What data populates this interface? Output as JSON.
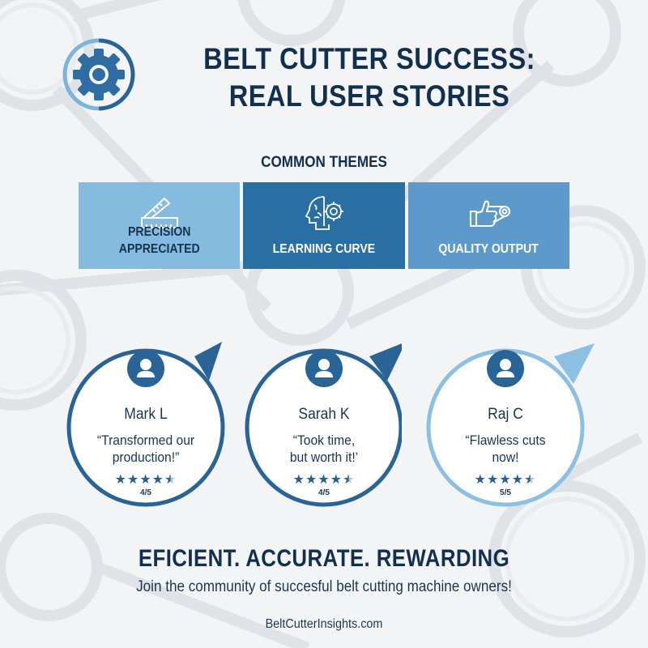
{
  "header": {
    "logo_icon": "gear-icon",
    "title_line1": "BELT CUTTER SUCCESS:",
    "title_line2": "REAL USER STORIES"
  },
  "themes": {
    "heading": "COMMON THEMES",
    "items": [
      {
        "label_line1": "PRECISION",
        "label_line2": "APPRECIATED",
        "icon": "ruler-icon",
        "color": "#86bbe0"
      },
      {
        "label_line1": "LEARNING CURVE",
        "label_line2": "",
        "icon": "brain-gear-icon",
        "color": "#2a6fa3"
      },
      {
        "label_line1": "QUALITY OUTPUT",
        "label_line2": "",
        "icon": "thumbs-up-belt-icon",
        "color": "#5d9acb"
      }
    ]
  },
  "reviews": [
    {
      "name": "Mark L",
      "quote_line1": "“Transformed our",
      "quote_line2": "production!”",
      "stars": "★★★★",
      "half_star": "★",
      "score": "4/5",
      "border_color": "#2a6496"
    },
    {
      "name": "Sarah K",
      "quote_line1": "“Took time,",
      "quote_line2": "but worth it!’",
      "stars": "★★★★",
      "half_star": "★",
      "score": "4/5",
      "border_color": "#2a6496"
    },
    {
      "name": "Raj C",
      "quote_line1": "“Flawless cuts",
      "quote_line2": "now!",
      "stars": "★★★★",
      "half_star": "★",
      "score": "5/5",
      "border_color": "#8cc0e3"
    }
  ],
  "footer": {
    "tagline": "EFICIENT. ACCURATE. REWARDING",
    "subline": "Join the community of succesful belt cutting machine owners!",
    "website": "BeltCutterInsights.com"
  },
  "colors": {
    "primary_dark": "#12304d",
    "accent_blue": "#2a6fa3",
    "light_blue": "#86bbe0",
    "mid_blue": "#5d9acb",
    "background": "#f3f4f6"
  }
}
